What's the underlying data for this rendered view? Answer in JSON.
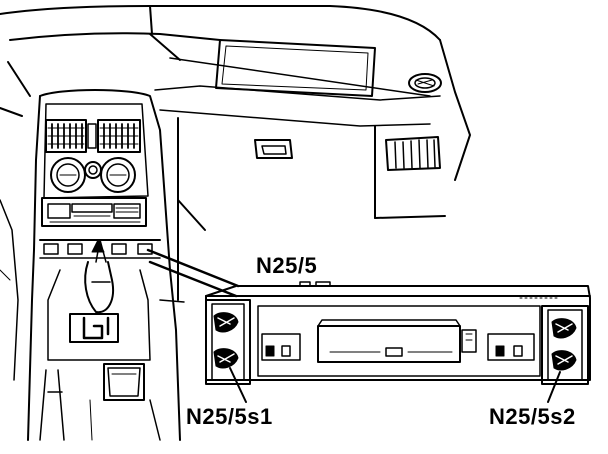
{
  "labels": {
    "module": "N25/5",
    "switch_left": "N25/5s1",
    "switch_right": "N25/5s2"
  },
  "colors": {
    "ink": "#000000",
    "paper": "#ffffff"
  }
}
